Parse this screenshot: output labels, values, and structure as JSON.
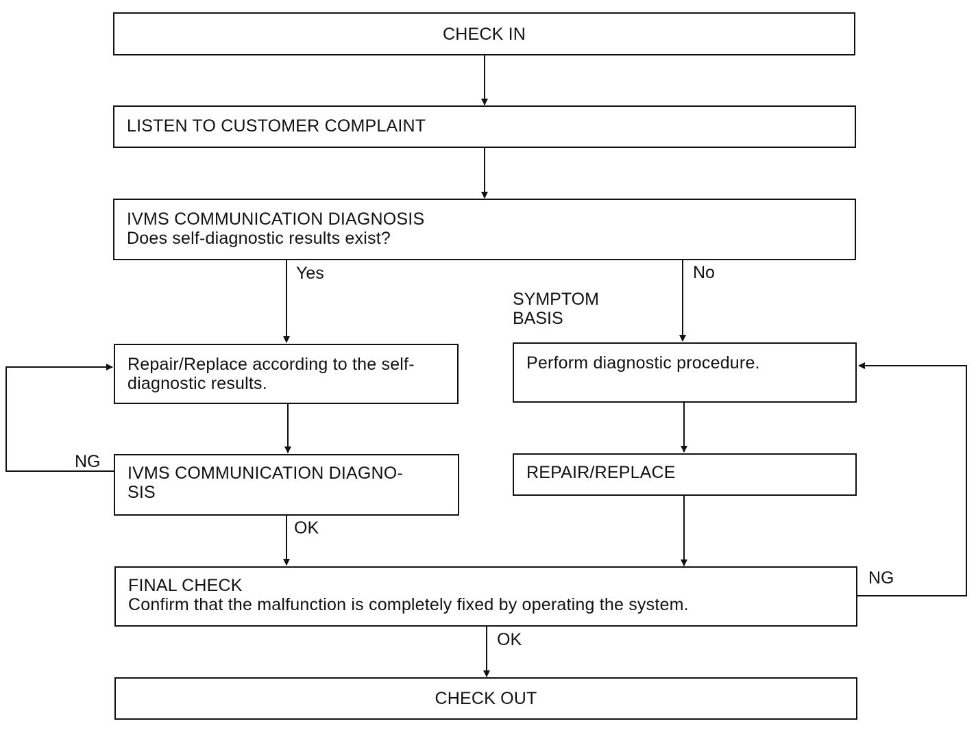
{
  "flowchart": {
    "check_in": "CHECK IN",
    "listen": "LISTEN TO CUSTOMER COMPLAINT",
    "ivms_diag": {
      "title": "IVMS COMMUNICATION DIAGNOSIS",
      "question": "Does self-diagnostic results exist?"
    },
    "repair_self_diag": {
      "line1": "Repair/Replace according to the self-",
      "line2": "diagnostic results."
    },
    "ivms_diag_2": {
      "line1": "IVMS COMMUNICATION DIAGNO-",
      "line2": "SIS"
    },
    "perform_procedure": "Perform diagnostic procedure.",
    "repair_replace": "REPAIR/REPLACE",
    "final_check": {
      "title": "FINAL CHECK",
      "detail": "Confirm that the malfunction is completely fixed by operating the system."
    },
    "check_out": "CHECK OUT",
    "labels": {
      "yes": "Yes",
      "no": "No",
      "symptom_line1": "SYMPTOM",
      "symptom_line2": "BASIS",
      "ng_left": "NG",
      "ok_left": "OK",
      "ng_right": "NG",
      "ok_bottom": "OK"
    }
  }
}
